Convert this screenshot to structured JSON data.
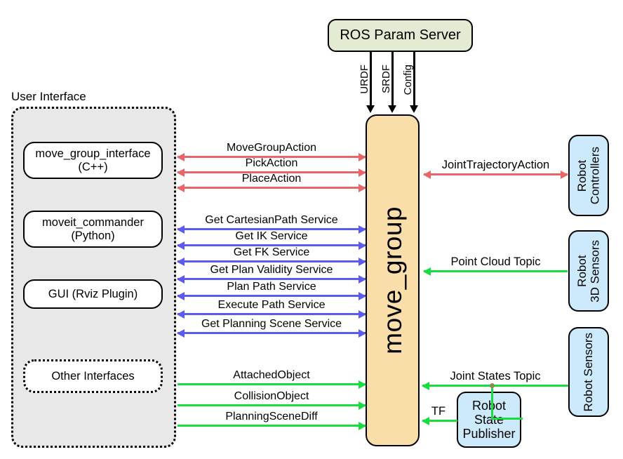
{
  "diagram": {
    "title": "MoveIt move_group architecture",
    "colors": {
      "param_server_fill": "#e4ebd3",
      "move_group_fill": "#fbdfab",
      "robot_box_fill": "#cceafb",
      "ui_group_fill": "#e8e8e8",
      "action_arrow": "#e8656a",
      "service_arrow": "#5b5bf0",
      "topic_arrow": "#17dd3e"
    }
  },
  "param_server": {
    "label": "ROS Param Server",
    "feeds": [
      {
        "label": "URDF"
      },
      {
        "label": "SRDF"
      },
      {
        "label": "Config"
      }
    ]
  },
  "user_interface": {
    "group_label": "User Interface",
    "boxes": [
      {
        "line1": "move_group_interface",
        "line2": "(C++)"
      },
      {
        "line1": "moveit_commander",
        "line2": "(Python)"
      },
      {
        "line1": "GUI (Rviz Plugin)",
        "line2": ""
      },
      {
        "line1": "Other Interfaces",
        "line2": ""
      }
    ]
  },
  "move_group": {
    "label": "move_group"
  },
  "left_arrows": {
    "actions": [
      {
        "label": "MoveGroupAction",
        "direction": "both"
      },
      {
        "label": "PickAction",
        "direction": "both"
      },
      {
        "label": "PlaceAction",
        "direction": "both"
      }
    ],
    "services": [
      {
        "label": "Get CartesianPath Service",
        "direction": "both"
      },
      {
        "label": "Get IK Service",
        "direction": "both"
      },
      {
        "label": "Get FK Service",
        "direction": "both"
      },
      {
        "label": "Get Plan Validity Service",
        "direction": "both"
      },
      {
        "label": "Plan Path Service",
        "direction": "both"
      },
      {
        "label": "Execute Path Service",
        "direction": "both"
      },
      {
        "label": "Get Planning Scene Service",
        "direction": "both"
      }
    ],
    "topics": [
      {
        "label": "AttachedObject",
        "direction": "right"
      },
      {
        "label": "CollisionObject",
        "direction": "right"
      },
      {
        "label": "PlanningSceneDiff",
        "direction": "right"
      }
    ]
  },
  "right_side": {
    "boxes": [
      {
        "line1": "Robot",
        "line2": "Controllers"
      },
      {
        "line1": "Robot",
        "line2": "3D Sensors"
      },
      {
        "line1": "Robot Sensors",
        "line2": ""
      }
    ],
    "robot_state_publisher": {
      "line1": "Robot",
      "line2": "State",
      "line3": "Publisher"
    },
    "arrows": [
      {
        "label": "JointTrajectoryAction",
        "direction": "both",
        "color": "action"
      },
      {
        "label": "Point Cloud Topic",
        "direction": "left",
        "color": "topic"
      },
      {
        "label": "Joint States Topic",
        "direction": "left",
        "color": "topic"
      },
      {
        "label": "TF",
        "direction": "left",
        "color": "topic"
      }
    ]
  }
}
